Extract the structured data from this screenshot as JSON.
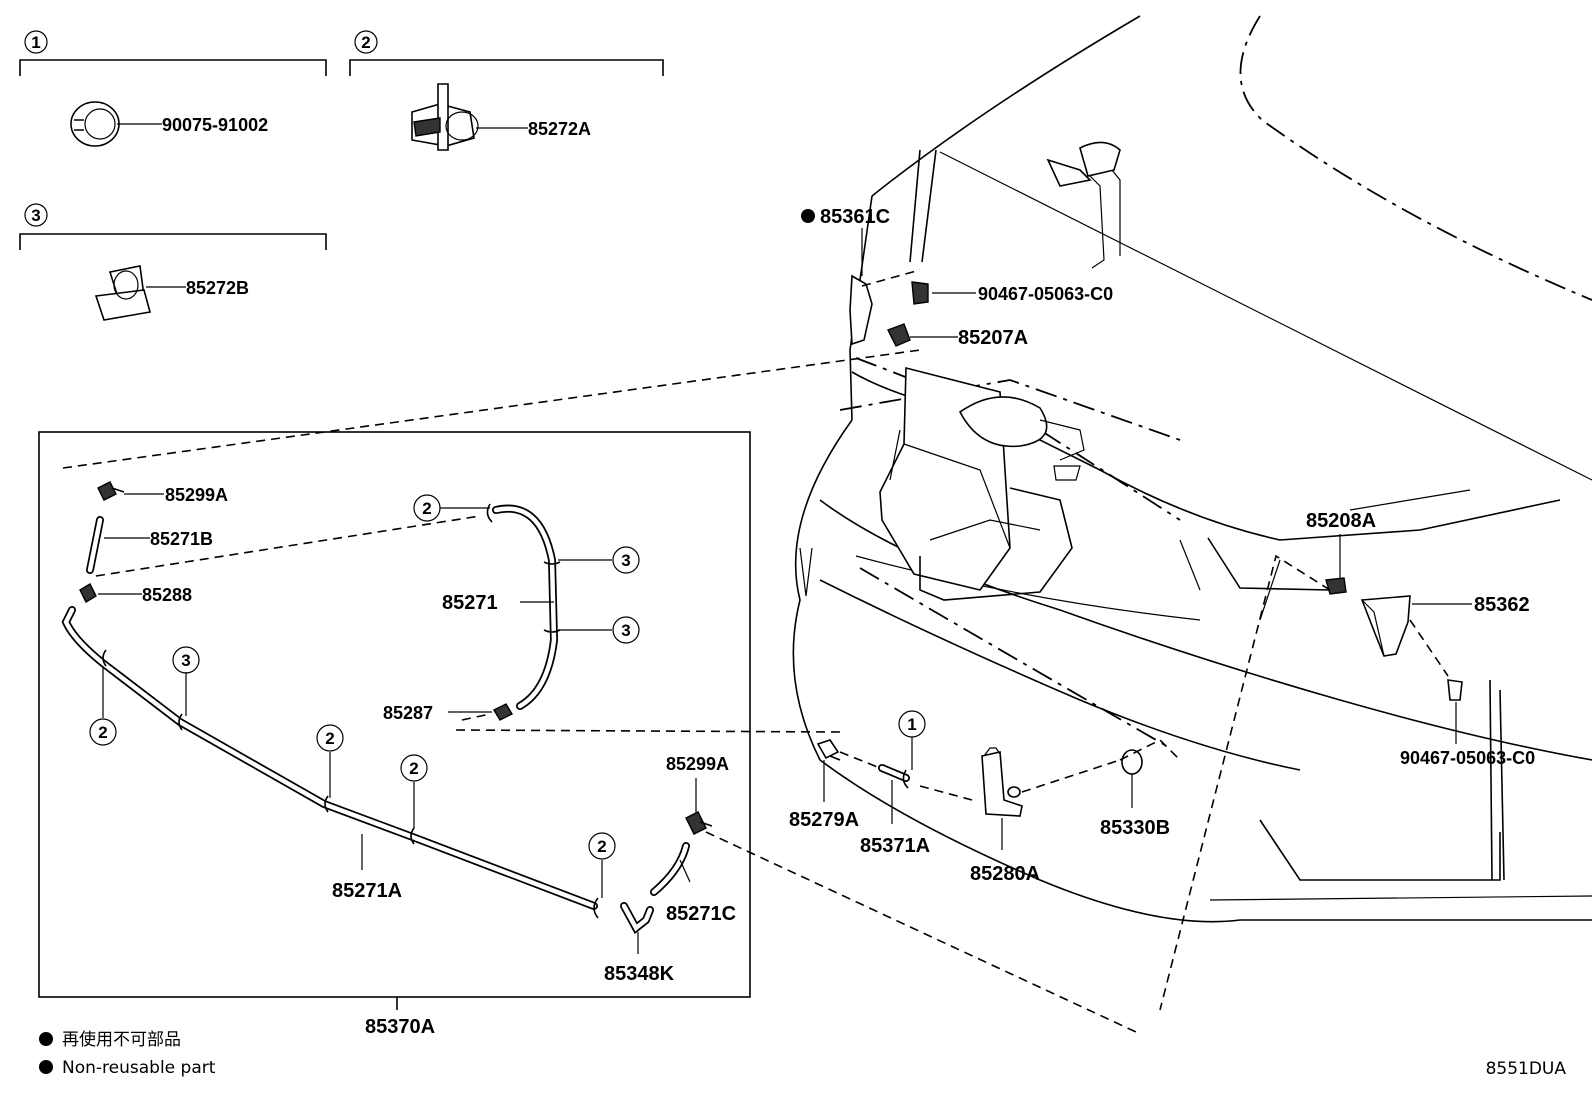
{
  "groups": [
    {
      "num": "1",
      "part": "90075-91002"
    },
    {
      "num": "2",
      "part": "85272A"
    },
    {
      "num": "3",
      "part": "85272B"
    }
  ],
  "labels": {
    "p85361C": "85361C",
    "p90467_upper": "90467-05063-C0",
    "p85207A": "85207A",
    "p85299A_top": "85299A",
    "p85271B": "85271B",
    "p85288": "85288",
    "p85271": "85271",
    "p85287": "85287",
    "p85271A": "85271A",
    "p85299A_low": "85299A",
    "p85271C": "85271C",
    "p85348K": "85348K",
    "p85370A": "85370A",
    "p85279A": "85279A",
    "p85371A": "85371A",
    "p85280A": "85280A",
    "p85330B": "85330B",
    "p85208A": "85208A",
    "p85362": "85362",
    "p90467_lower": "90467-05063-C0"
  },
  "circle_refs": [
    "1",
    "2",
    "3"
  ],
  "notes": {
    "jp": "再使用不可部品",
    "en": "Non-reusable part"
  },
  "diagram_code": "8551DUA"
}
